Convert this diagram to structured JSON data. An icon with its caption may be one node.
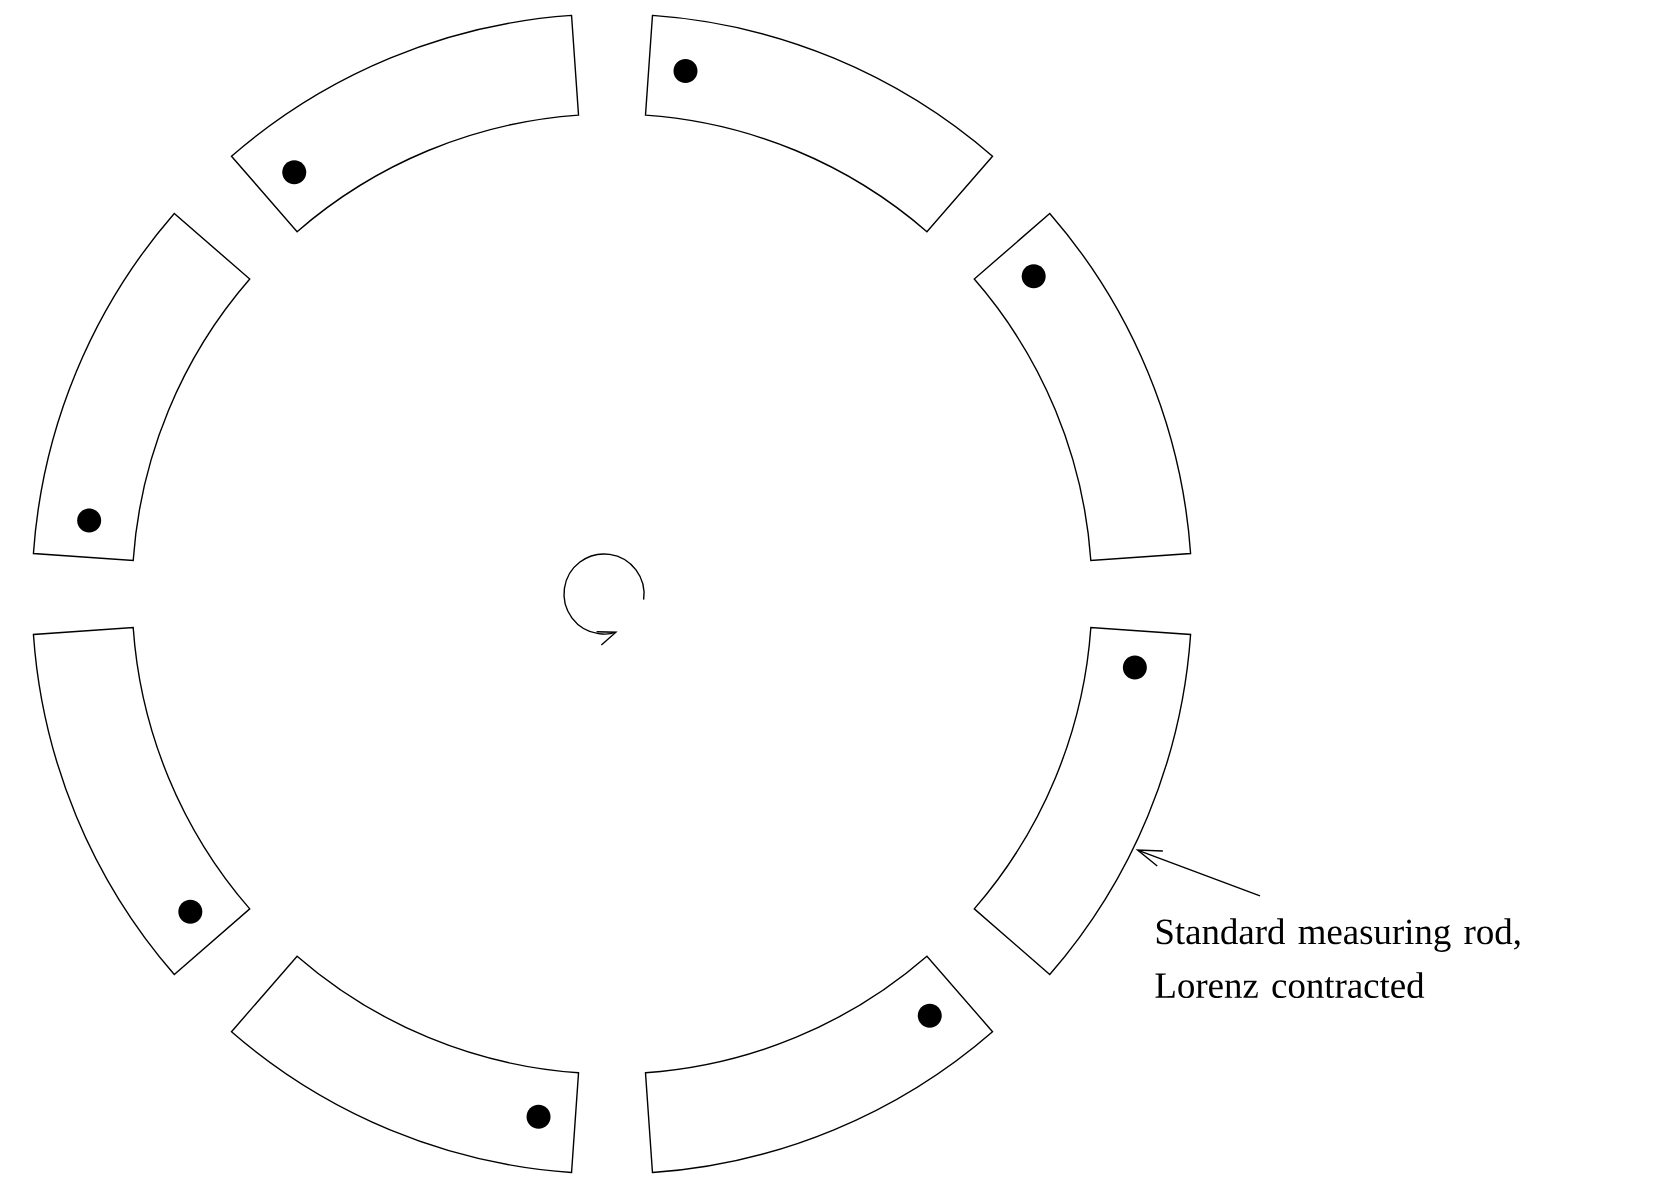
{
  "diagram": {
    "nodes": [
      {
        "text": [],
        "shape": "bar"
      },
      {
        "text": [],
        "shape": "bar"
      },
      {
        "text": [],
        "shape": "bar"
      },
      {
        "text": [],
        "shape": "bar"
      },
      {
        "text": [],
        "shape": "bar"
      },
      {
        "text": [],
        "shape": "bar"
      },
      {
        "text": [],
        "shape": "bar"
      },
      {
        "text": [],
        "shape": "bar"
      },
      {
        "text": [
          "Standard measuring rod, Lorenz contracted"
        ]
      }
    ],
    "edges": [
      {
        "from": 8,
        "to": 5,
        "arrow": "to"
      }
    ]
  }
}
